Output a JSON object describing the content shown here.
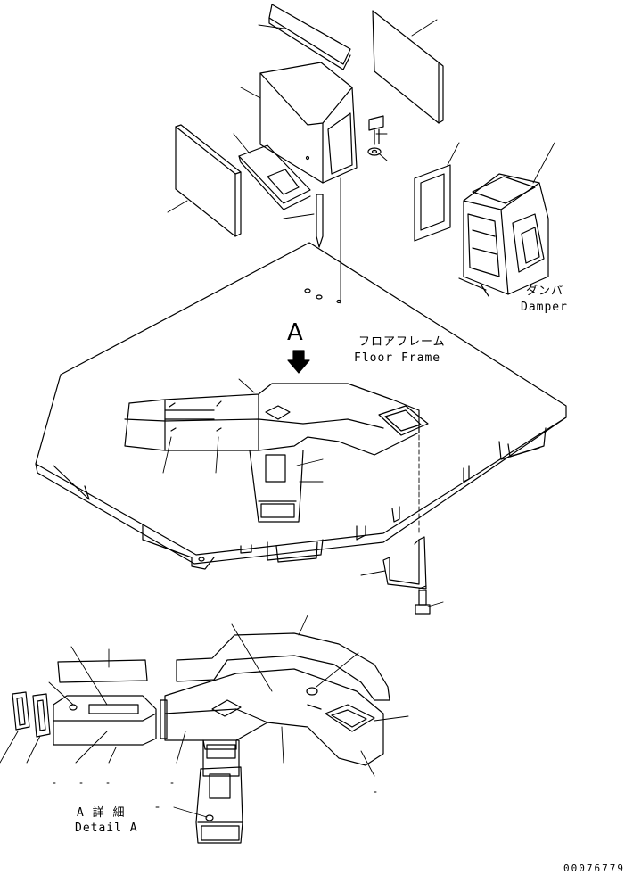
{
  "labels": {
    "damper_jp": "ダンパ",
    "damper_en": "Damper",
    "floor_frame_jp": "フロアフレーム",
    "floor_frame_en": "Floor Frame",
    "view_letter": "A",
    "detail_jp": "A 詳 細",
    "detail_en": "Detail A",
    "drawing_number": "00076779"
  },
  "colors": {
    "line": "#000000",
    "background": "#ffffff"
  }
}
